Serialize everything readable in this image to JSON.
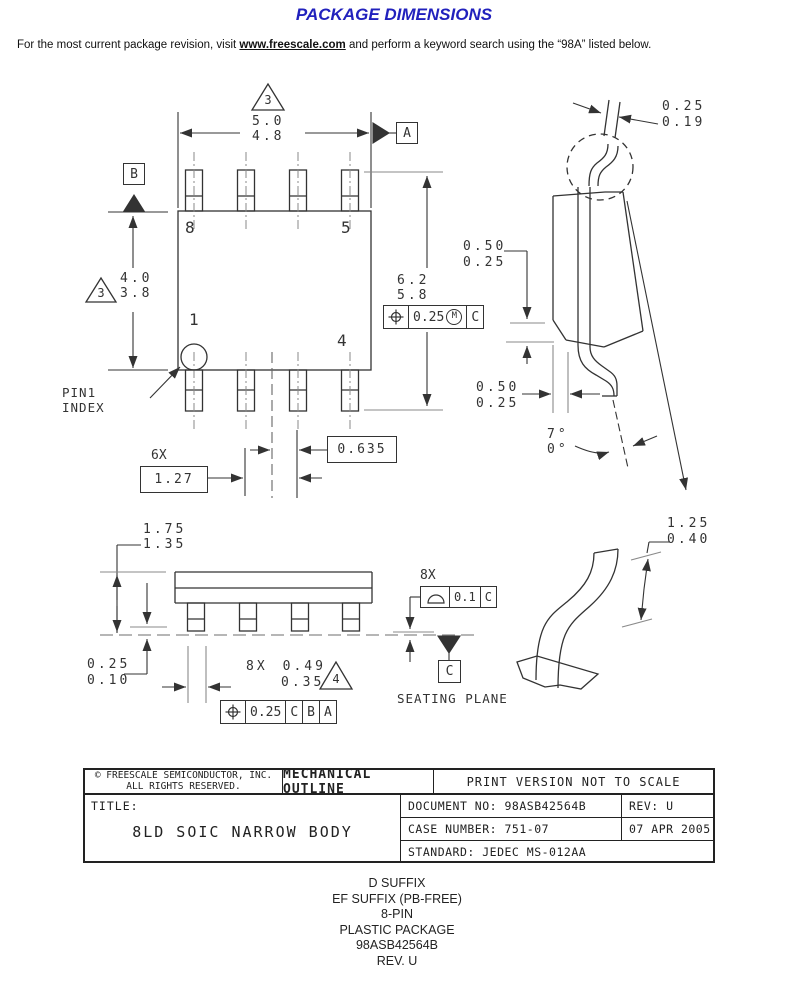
{
  "header": {
    "title": "PACKAGE DIMENSIONS",
    "intro_prefix": "For the most current package revision, visit ",
    "intro_link": "www.freescale.com",
    "intro_suffix": " and perform a keyword search using the “98A” listed below."
  },
  "colors": {
    "title_blue": "#2121bd",
    "line": "#333333",
    "aux_gray": "#8a8a8a"
  },
  "top_view": {
    "rev_triangle_top": "3",
    "rev_triangle_left": "3",
    "datum_a": "A",
    "datum_b": "B",
    "width_max": "5.0",
    "width_min": "4.8",
    "height_max": "4.0",
    "height_min": "3.8",
    "pin_top_left": "8",
    "pin_top_right": "5",
    "pin_bottom_left": "1",
    "pin_bottom_right": "4",
    "pin1_label_1": "PIN1",
    "pin1_label_2": "INDEX",
    "pitch_count": "6X",
    "pitch": "1.27",
    "half_pitch": "0.635"
  },
  "side_view": {
    "lead_tip_max": "0.25",
    "lead_tip_min": "0.19",
    "standoff_max": "0.50",
    "standoff_min": "0.25",
    "span_max": "6.2",
    "span_min": "5.8",
    "fcf_position": {
      "symbol": "position-tolerance",
      "tolerance": "0.25",
      "modifier": "M",
      "datum": "C"
    },
    "lead_width_max": "0.50",
    "lead_width_min": "0.25",
    "angle_max": "7°",
    "angle_min": "0°"
  },
  "front_view": {
    "height_max": "1.75",
    "height_min": "1.35",
    "standoff_max": "0.25",
    "standoff_min": "0.10",
    "lead_count": "8X",
    "lead_width_max": "0.49",
    "lead_width_min": "0.35",
    "rev_triangle": "4",
    "fcf_position": {
      "symbol": "position-tolerance",
      "tolerance": "0.25",
      "datum_1": "C",
      "datum_2": "B",
      "datum_3": "A"
    },
    "coplanarity_count": "8X",
    "fcf_profile": {
      "symbol": "profile-of-surface",
      "tolerance": "0.1",
      "datum": "C"
    },
    "seating_plane_label": "SEATING PLANE",
    "datum_c": "C"
  },
  "detail_view": {
    "foot_max": "1.25",
    "foot_min": "0.40"
  },
  "title_block": {
    "copyright_1": "© FREESCALE SEMICONDUCTOR, INC.",
    "copyright_2": "ALL RIGHTS RESERVED.",
    "outline": "MECHANICAL OUTLINE",
    "print_note": "PRINT VERSION NOT TO SCALE",
    "title_label": "TITLE:",
    "title": "8LD SOIC NARROW BODY",
    "document_no": "DOCUMENT NO: 98ASB42564B",
    "rev": "REV: U",
    "case_number": "CASE NUMBER: 751-07",
    "date": "07 APR 2005",
    "standard": "STANDARD: JEDEC MS-012AA"
  },
  "footer": {
    "lines": [
      "D SUFFIX",
      "EF SUFFIX (PB-FREE)",
      "8-PIN",
      "PLASTIC PACKAGE",
      "98ASB42564B",
      "REV. U"
    ]
  }
}
